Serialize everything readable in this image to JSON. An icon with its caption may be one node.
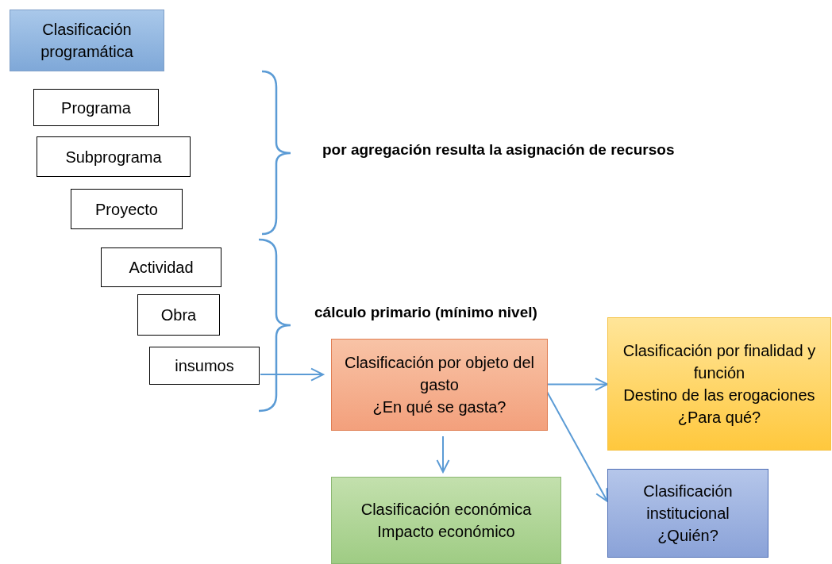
{
  "diagram": {
    "nodes": [
      {
        "text": [
          "Clasificación programática"
        ]
      },
      {
        "text": [
          "Programa"
        ]
      },
      {
        "text": [
          "Subprograma"
        ]
      },
      {
        "text": [
          "Proyecto"
        ]
      },
      {
        "text": [
          "Actividad"
        ]
      },
      {
        "text": [
          "Obra"
        ]
      },
      {
        "text": [
          "insumos"
        ]
      },
      {
        "text": [
          "Clasificación por objeto del gasto",
          "¿En qué se gasta?"
        ]
      },
      {
        "text": [
          "Clasificación por finalidad y función",
          "Destino de las erogaciones",
          "¿Para qué?"
        ]
      },
      {
        "text": [
          "Clasificación económica",
          "Impacto económico"
        ]
      },
      {
        "text": [
          "Clasificación institucional",
          "¿Quién?"
        ]
      }
    ],
    "edges": [
      {
        "from": 6,
        "to": 7,
        "arrow": "to"
      },
      {
        "from": 7,
        "to": 8,
        "arrow": "to"
      },
      {
        "from": 7,
        "to": 9,
        "arrow": "to"
      },
      {
        "from": 7,
        "to": 10,
        "arrow": "to"
      }
    ],
    "labels": [
      "por agregación resulta la asignación de recursos",
      "cálculo primario (mínimo nivel)"
    ]
  }
}
